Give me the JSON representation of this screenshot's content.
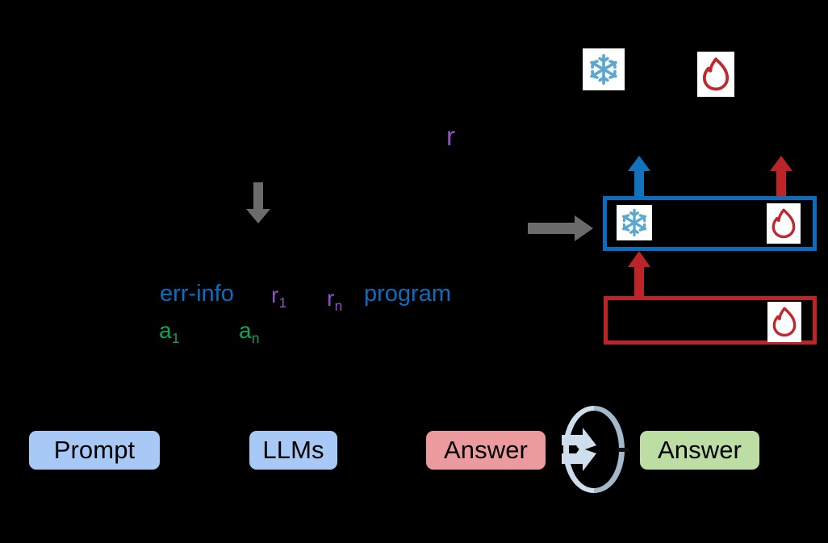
{
  "diagram": {
    "title": "LLM iterative program repair flow",
    "background_color": "#000000",
    "colors": {
      "blue": "#0b6dc0",
      "purple": "#9150c8",
      "green": "#0ea457",
      "red": "#bd2428",
      "gray": "#6b6b6b",
      "pill_blue": "#a8c8f5",
      "pill_red": "#eb9a9d",
      "pill_green": "#bcdda3",
      "snowflake": "#5aa8d0",
      "flame": "#c0282d",
      "cycle_light": "#cfdeec",
      "cycle_dark": "#a3b9cc"
    }
  },
  "labels": {
    "err_info": "err-info",
    "program": "program",
    "r_single": "r",
    "r_first_base": "r",
    "r_first_sub": "1",
    "r_last_base": "r",
    "r_last_sub": "n",
    "a_first_base": "a",
    "a_first_sub": "1",
    "a_last_base": "a",
    "a_last_sub": "n"
  },
  "pills": {
    "prompt": "Prompt",
    "llms": "LLMs",
    "answer_wrong": "Answer",
    "answer_right": "Answer"
  },
  "icons": {
    "snowflake": "snowflake-icon",
    "flame": "flame-icon",
    "arrow_down_gray": "arrow-down-icon",
    "arrow_right_gray": "arrow-right-icon",
    "arrow_up_blue": "arrow-up-icon",
    "arrow_up_red_outer": "arrow-up-icon",
    "arrow_up_red_inner": "arrow-up-icon",
    "cycle": "rotate-cycle-icon"
  },
  "panels": {
    "frozen_row_name": "frozen-active-row",
    "trainable_row_name": "trainable-row"
  }
}
